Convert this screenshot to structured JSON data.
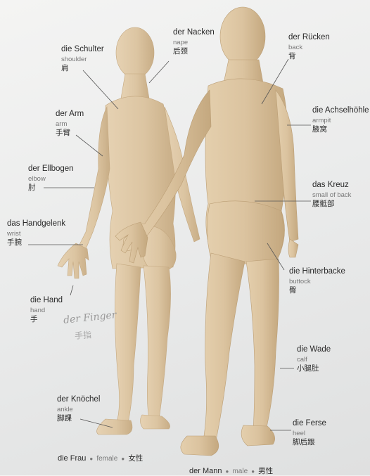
{
  "labels": {
    "schulter": {
      "de": "die Schulter",
      "en": "shoulder",
      "zh": "肩"
    },
    "nacken": {
      "de": "der Nacken",
      "en": "nape",
      "zh": "后颈"
    },
    "ruecken": {
      "de": "der Rücken",
      "en": "back",
      "zh": "背"
    },
    "arm": {
      "de": "der Arm",
      "en": "arm",
      "zh": "手臂"
    },
    "achselhoehle": {
      "de": "die Achselhöhle",
      "en": "armpit",
      "zh": "腋窝"
    },
    "ellbogen": {
      "de": "der Ellbogen",
      "en": "elbow",
      "zh": "肘"
    },
    "kreuz": {
      "de": "das Kreuz",
      "en": "small of back",
      "zh": "腰骶部"
    },
    "handgelenk": {
      "de": "das Handgelenk",
      "en": "wrist",
      "zh": "手腕"
    },
    "hinterbacke": {
      "de": "die Hinterbacke",
      "en": "buttock",
      "zh": "臀"
    },
    "hand": {
      "de": "die Hand",
      "en": "hand",
      "zh": "手"
    },
    "wade": {
      "de": "die Wade",
      "en": "calf",
      "zh": "小腿肚"
    },
    "knoechel": {
      "de": "der Knöchel",
      "en": "ankle",
      "zh": "脚踝"
    },
    "ferse": {
      "de": "die Ferse",
      "en": "heel",
      "zh": "脚后跟"
    }
  },
  "handwritten": {
    "de": "der Finger",
    "zh": "手指"
  },
  "captions": {
    "frau": {
      "de": "die Frau",
      "en": "female",
      "zh": "女性"
    },
    "mann": {
      "de": "der Mann",
      "en": "male",
      "zh": "男性"
    }
  },
  "colors": {
    "skin": "#ddc7a5",
    "skin_shadow": "#c9ae87",
    "leader_line": "#555555",
    "background": "#ececeb"
  }
}
